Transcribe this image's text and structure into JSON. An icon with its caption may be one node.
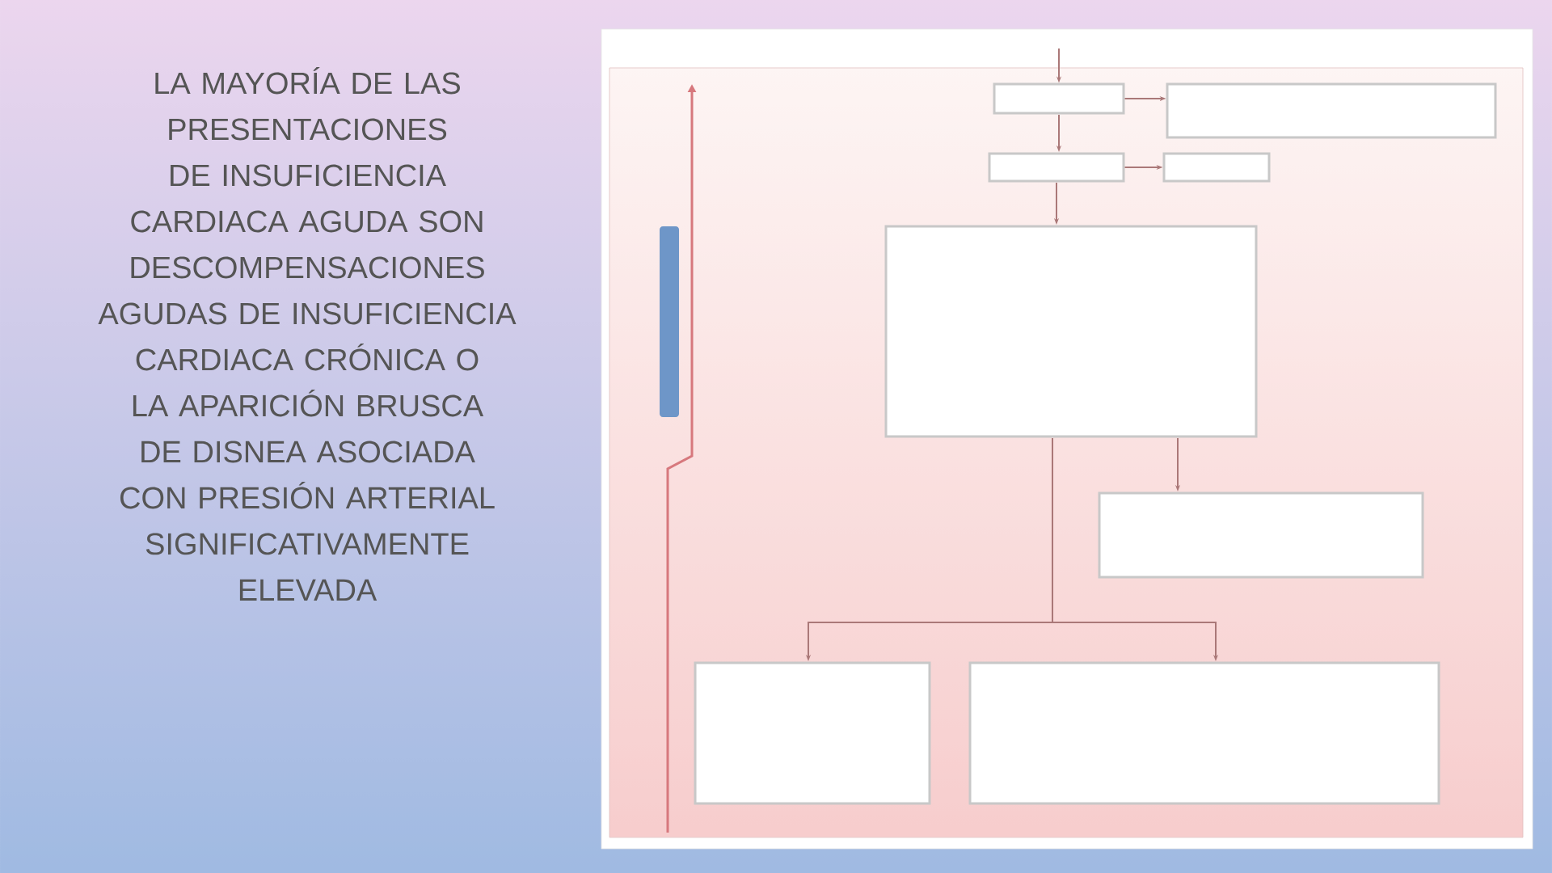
{
  "diagram": {
    "title": "LA MAYORÍA DE LAS PRESENTACIONES DE INSUFICIENCIA CARDIACA AGUDA SON DESCOMPENSACIONES AGUDAS DE INSUFICIENCIA CARDIACA CRÓNICA O LA APARICIÓN BRUSCA DE DISNEA ASOCIADA CON PRESIÓN ARTERIAL SIGNIFICATIVAMENTE ELEVADA",
    "nodes": [
      {
        "text": [],
        "shape": "box"
      },
      {
        "text": [],
        "shape": "box"
      },
      {
        "text": [],
        "shape": "box"
      },
      {
        "text": [],
        "shape": "box"
      },
      {
        "text": [],
        "shape": "box"
      },
      {
        "text": [],
        "shape": "box"
      },
      {
        "text": [],
        "shape": "box"
      },
      {
        "text": [],
        "shape": "box"
      }
    ],
    "edges": [
      {
        "from": null,
        "to": 0,
        "arrow": "to"
      },
      {
        "from": 0,
        "to": 1,
        "arrow": "to"
      },
      {
        "from": 0,
        "to": 2,
        "arrow": "to"
      },
      {
        "from": 2,
        "to": 3,
        "arrow": "to"
      },
      {
        "from": 2,
        "to": 4,
        "arrow": "to"
      },
      {
        "from": 4,
        "to": 5,
        "arrow": "to"
      },
      {
        "from": 4,
        "to": 6,
        "arrow": "to"
      },
      {
        "from": 4,
        "to": 7,
        "arrow": "to"
      }
    ]
  }
}
